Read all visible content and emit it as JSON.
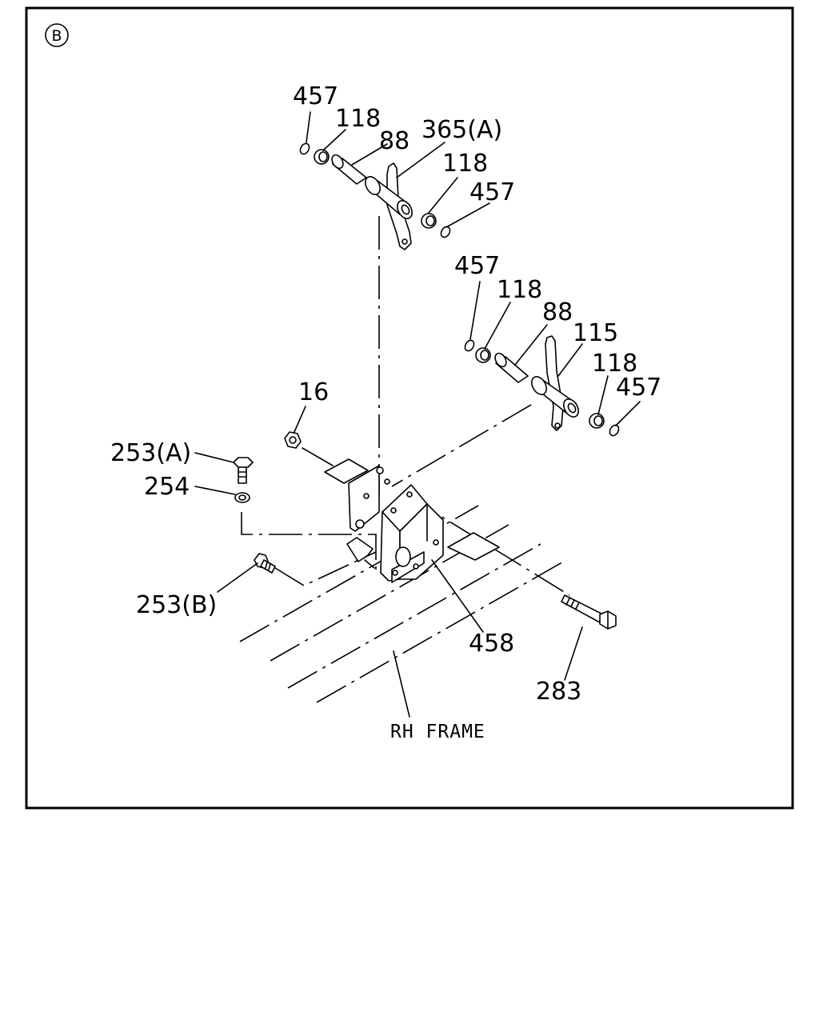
{
  "view_marker": "B",
  "caption": "RH FRAME",
  "callouts": {
    "c457a": "457",
    "c118a": "118",
    "c88a": "88",
    "c365a": "365(A)",
    "c118b": "118",
    "c457b": "457",
    "c457c": "457",
    "c118c": "118",
    "c88b": "88",
    "c115": "115",
    "c118d": "118",
    "c457d": "457",
    "c16": "16",
    "c253a": "253(A)",
    "c254": "254",
    "c253b": "253(B)",
    "c458": "458",
    "c283": "283"
  }
}
